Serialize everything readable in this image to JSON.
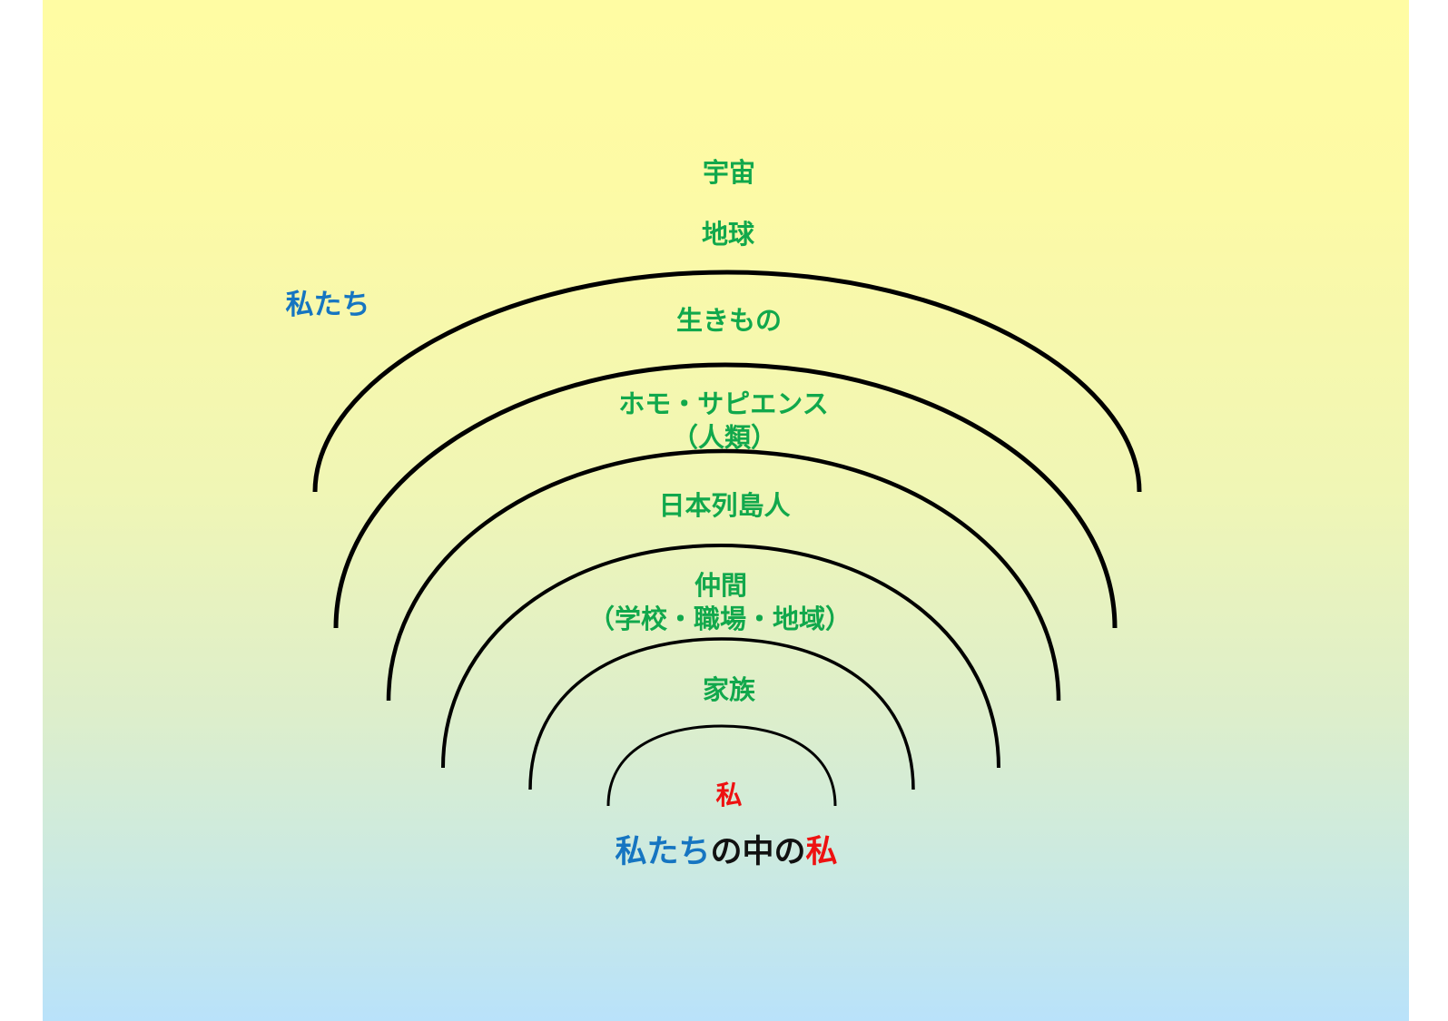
{
  "colors": {
    "level_text": "#11a84c",
    "we_text": "#1675c1",
    "me_text": "#ee1111",
    "connector_text": "#111111",
    "arc_stroke": "#000000"
  },
  "levels": [
    {
      "key": "universe",
      "lines": [
        "宇宙"
      ]
    },
    {
      "key": "earth",
      "lines": [
        "地球"
      ]
    },
    {
      "key": "living-things",
      "lines": [
        "生きもの"
      ]
    },
    {
      "key": "homo-sapiens",
      "lines": [
        "ホモ・サピエンス",
        "（人類）"
      ]
    },
    {
      "key": "japanese-islanders",
      "lines": [
        "日本列島人"
      ]
    },
    {
      "key": "companions",
      "lines": [
        "仲間",
        "（学校・職場・地域）"
      ]
    },
    {
      "key": "family",
      "lines": [
        "家族"
      ]
    }
  ],
  "center_label": "私",
  "we_label": "私たち",
  "caption": {
    "part1": "私たち",
    "part2": "の中の",
    "part3": "私"
  }
}
